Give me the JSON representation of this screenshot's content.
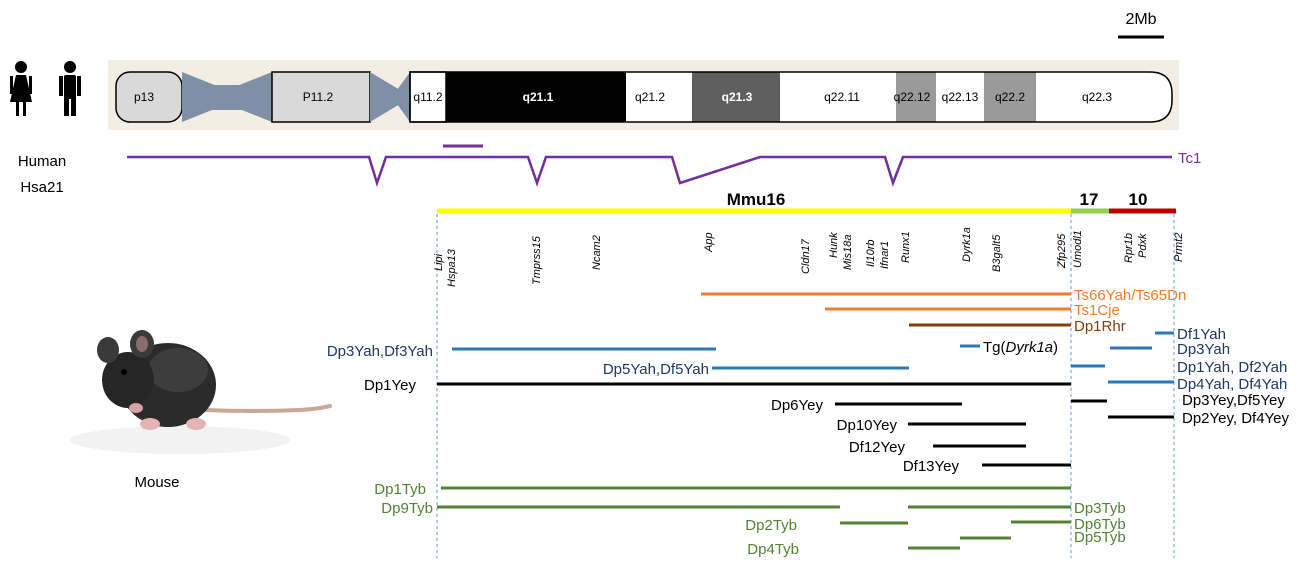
{
  "scale_bar": {
    "label": "2Mb"
  },
  "species": {
    "human_line1": "Human",
    "human_line2": "Hsa21",
    "mouse": "Mouse"
  },
  "chromosome": {
    "bands": [
      {
        "label": "p13",
        "fill": "#d9d9d9",
        "text_color": "#000000"
      },
      {
        "label": "P11.2",
        "fill": "#d9d9d9",
        "text_color": "#000000"
      },
      {
        "label": "q11.2",
        "fill": "#ffffff",
        "text_color": "#000000"
      },
      {
        "label": "q21.1",
        "fill": "#000000",
        "text_color": "#ffffff"
      },
      {
        "label": "q21.2",
        "fill": "#ffffff",
        "text_color": "#000000"
      },
      {
        "label": "q21.3",
        "fill": "#5f5f5f",
        "text_color": "#ffffff"
      },
      {
        "label": "q22.11",
        "fill": "#ffffff",
        "text_color": "#000000"
      },
      {
        "label": "q22.12",
        "fill": "#9a9a9a",
        "text_color": "#000000"
      },
      {
        "label": "q22.13",
        "fill": "#ffffff",
        "text_color": "#000000"
      },
      {
        "label": "q22.2",
        "fill": "#9a9a9a",
        "text_color": "#000000"
      },
      {
        "label": "q22.3",
        "fill": "#ffffff",
        "text_color": "#000000"
      }
    ]
  },
  "tc1_label": "Tc1",
  "mouse_chromosomes": [
    {
      "label": "Mmu16",
      "color": "#ffff00"
    },
    {
      "label": "17",
      "color": "#92d050"
    },
    {
      "label": "10",
      "color": "#c00000"
    }
  ],
  "genes": [
    "Lipi",
    "Hspa13",
    "Tmprss15",
    "Ncam2",
    "App",
    "Cldn17",
    "Hunk",
    "Mis18a",
    "Il10rb",
    "Ifnar1",
    "Runx1",
    "Dyrk1a",
    "B3galt5",
    "Zfp295",
    "Umodl1",
    "Rpr1b",
    "Pdxk",
    "Prmt2"
  ],
  "models": {
    "ts66": "Ts66Yah/Ts65Dn",
    "ts1cje": "Ts1Cje",
    "dp1rhr": "Dp1Rhr",
    "df1yah": "Df1Yah",
    "dp3yah_df3yah": "Dp3Yah,Df3Yah",
    "tg_prefix": "Tg(",
    "tg_gene": "Dyrk1a",
    "tg_suffix": ")",
    "dp3yah": "Dp3Yah",
    "dp5yah_df5yah": "Dp5Yah,Df5Yah",
    "dp1yah_df2yah": "Dp1Yah, Df2Yah",
    "dp1yey": "Dp1Yey",
    "dp4yah_df4yah": "Dp4Yah, Df4Yah",
    "dp3yey_df5yey": "Dp3Yey,Df5Yey",
    "dp6yey": "Dp6Yey",
    "dp2yey_df4yey": "Dp2Yey, Df4Yey",
    "dp10yey": "Dp10Yey",
    "df12yey": "Df12Yey",
    "df13yey": "Df13Yey",
    "dp1tyb": "Dp1Tyb",
    "dp9tyb": "Dp9Tyb",
    "dp3tyb": "Dp3Tyb",
    "dp2tyb": "Dp2Tyb",
    "dp6tyb": "Dp6Tyb",
    "dp5tyb": "Dp5Tyb",
    "dp4tyb": "Dp4Tyb"
  },
  "colors": {
    "purple": "#7030a0",
    "orange": "#ed7d31",
    "brown": "#843c0c",
    "blue": "#2e75b6",
    "navy": "#1f3864",
    "black": "#000000",
    "green": "#548235",
    "centromere": "#7f8fa6"
  }
}
